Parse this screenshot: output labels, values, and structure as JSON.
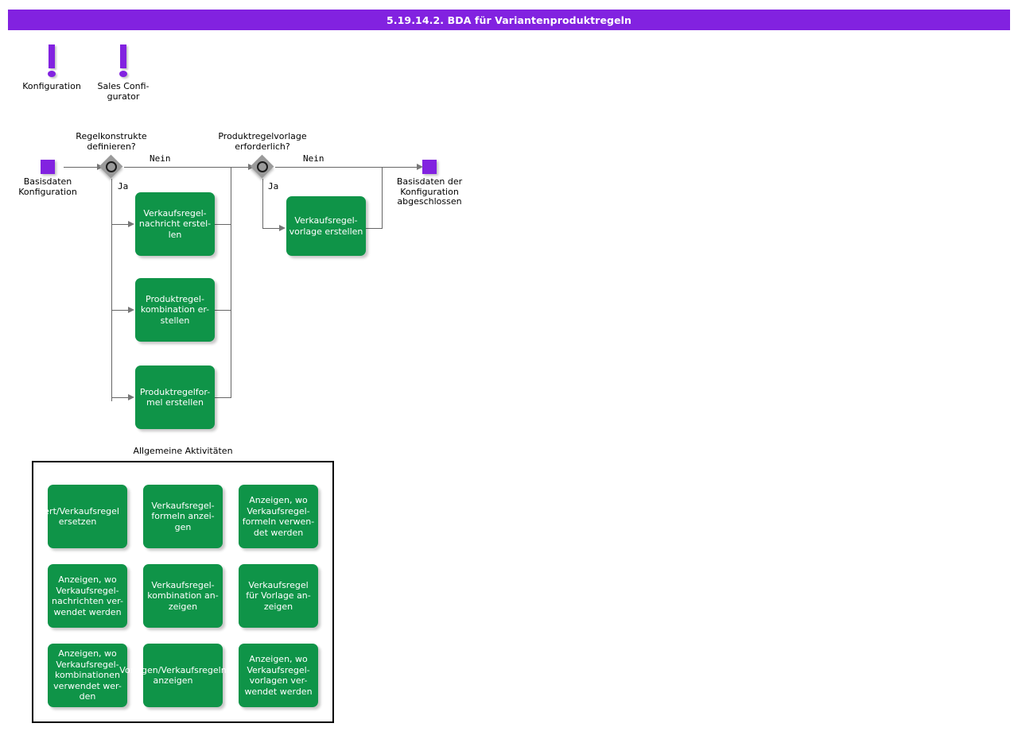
{
  "title": "5.19.14.2. BDA für Variantenproduktregeln",
  "colors": {
    "header_purple": "#8222e0",
    "task_green": "#0f9448",
    "gateway_gray": "#9a9a9a",
    "connector_gray": "#666666",
    "text_white": "#ffffff",
    "text_black": "#000000"
  },
  "roles": [
    {
      "label": "Konfiguration",
      "icon": "exclamation-icon"
    },
    {
      "label": "Sales Confi-\ngurator",
      "icon": "exclamation-icon"
    }
  ],
  "events": {
    "start": {
      "label": "Basisdaten\nKonfiguration"
    },
    "end": {
      "label": "Basisdaten der\nKonfiguration\nabgeschlossen"
    }
  },
  "gateways": [
    {
      "id": "gw1",
      "title": "Regelkonstrukte\ndefinieren?",
      "yes_label": "Ja",
      "no_label": "Nein"
    },
    {
      "id": "gw2",
      "title": "Produktregelvorlage\nerforderlich?",
      "yes_label": "Ja",
      "no_label": "Nein"
    }
  ],
  "tasks": {
    "branch1": [
      {
        "text": "Verkaufsregel-\nnachricht erstel-\nlen"
      },
      {
        "text": "Produktregel-\nkombination er-\nstellen"
      },
      {
        "text": "Produktregelfor-\nmel erstellen"
      }
    ],
    "branch2": [
      {
        "text": "Verkaufsregel-\nvorlage erstellen"
      }
    ]
  },
  "group": {
    "title": "Allgemeine Aktivitäten",
    "tasks": [
      {
        "text": "Wert/Verkaufsregel\nersetzen",
        "overflow": true
      },
      {
        "text": "Verkaufsregel-\nformeln anzei-\ngen",
        "overflow": false
      },
      {
        "text": "Anzeigen, wo\nVerkaufsregel-\nformeln verwen-\ndet werden",
        "overflow": false
      },
      {
        "text": "Anzeigen, wo\nVerkaufsregel-\nnachrichten ver-\nwendet werden",
        "overflow": false
      },
      {
        "text": "Verkaufsregel-\nkombination an-\nzeigen",
        "overflow": false
      },
      {
        "text": "Verkaufsregel\nfür Vorlage an-\nzeigen",
        "overflow": false
      },
      {
        "text": "Anzeigen, wo\nVerkaufsregel-\nkombinationen\nverwendet wer-\nden",
        "overflow": false
      },
      {
        "text": "Vorlagen/Verkaufsregeln\nanzeigen",
        "overflow": true
      },
      {
        "text": "Anzeigen, wo\nVerkaufsregel-\nvorlagen ver-\nwendet werden",
        "overflow": false
      }
    ]
  }
}
